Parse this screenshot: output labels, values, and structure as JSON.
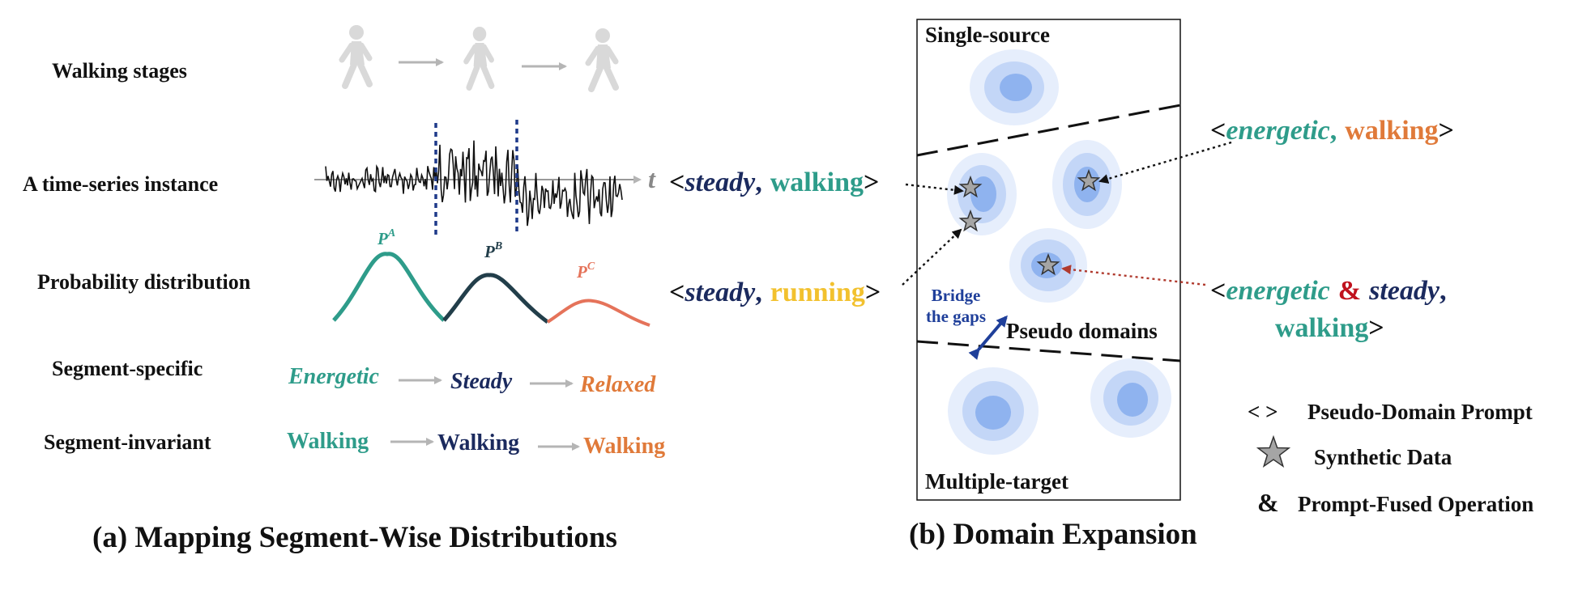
{
  "left_panel": {
    "row_labels": {
      "walking_stages": "Walking stages",
      "time_series": "A time-series instance",
      "probability": "Probability distribution",
      "segment_specific": "Segment-specific",
      "segment_invariant": "Segment-invariant"
    },
    "time_axis_label": "t",
    "distributions": [
      "P",
      "P",
      "P"
    ],
    "distribution_superscripts": [
      "A",
      "B",
      "C"
    ],
    "specific_labels": [
      "Energetic",
      "Steady",
      "Relaxed"
    ],
    "invariant_labels": [
      "Walking",
      "Walking",
      "Walking"
    ],
    "caption": "(a) Mapping Segment-Wise Distributions"
  },
  "prompts": {
    "lt": "<",
    "gt": ">",
    "comma": ",",
    "amp": "&",
    "steady": "steady",
    "energetic": "energetic",
    "walking": "walking",
    "running": "running"
  },
  "right_panel": {
    "single_source": "Single-source",
    "multiple_target": "Multiple-target",
    "pseudo_domains": "Pseudo domains",
    "bridge_line1": "Bridge",
    "bridge_line2": "the gaps",
    "caption": "(b) Domain Expansion"
  },
  "legend": {
    "prompt_symbol": "< >",
    "prompt_label": "Pseudo-Domain Prompt",
    "synthetic_label": "Synthetic Data",
    "fused_symbol": "&",
    "fused_label": "Prompt-Fused Operation"
  },
  "colors": {
    "teal": "#2e9c8a",
    "navy": "#1b2a5e",
    "orange": "#e07a3a",
    "coral": "#e5735a",
    "yellow": "#f2c12e",
    "red": "#c0121e",
    "blue_arrow": "#1f3f9a",
    "grey": "#b5b5b5",
    "blob_outer": "#e6eefc",
    "blob_mid": "#c3d6f7",
    "blob_core": "#8fb3ef"
  }
}
